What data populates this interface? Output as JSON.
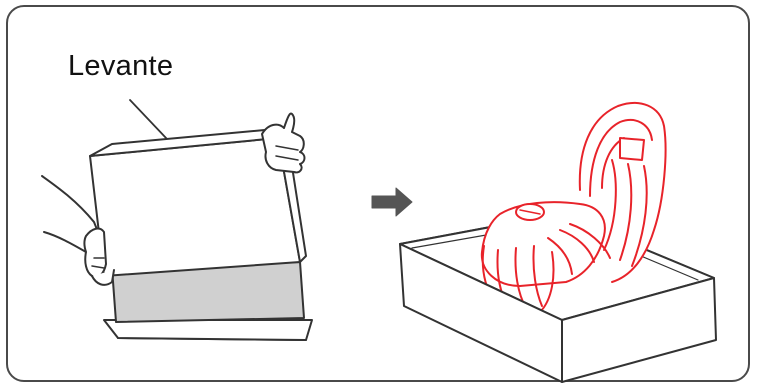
{
  "diagram": {
    "label": "Levante",
    "colors": {
      "outline": "#333333",
      "box_fill": "#d0d0d0",
      "chair": "#e8232a",
      "arrow": "#555555",
      "frame": "#4a4a4a"
    },
    "icons": [
      "hands-lifting-box",
      "arrow-right-icon",
      "massage-chair-in-box"
    ]
  }
}
